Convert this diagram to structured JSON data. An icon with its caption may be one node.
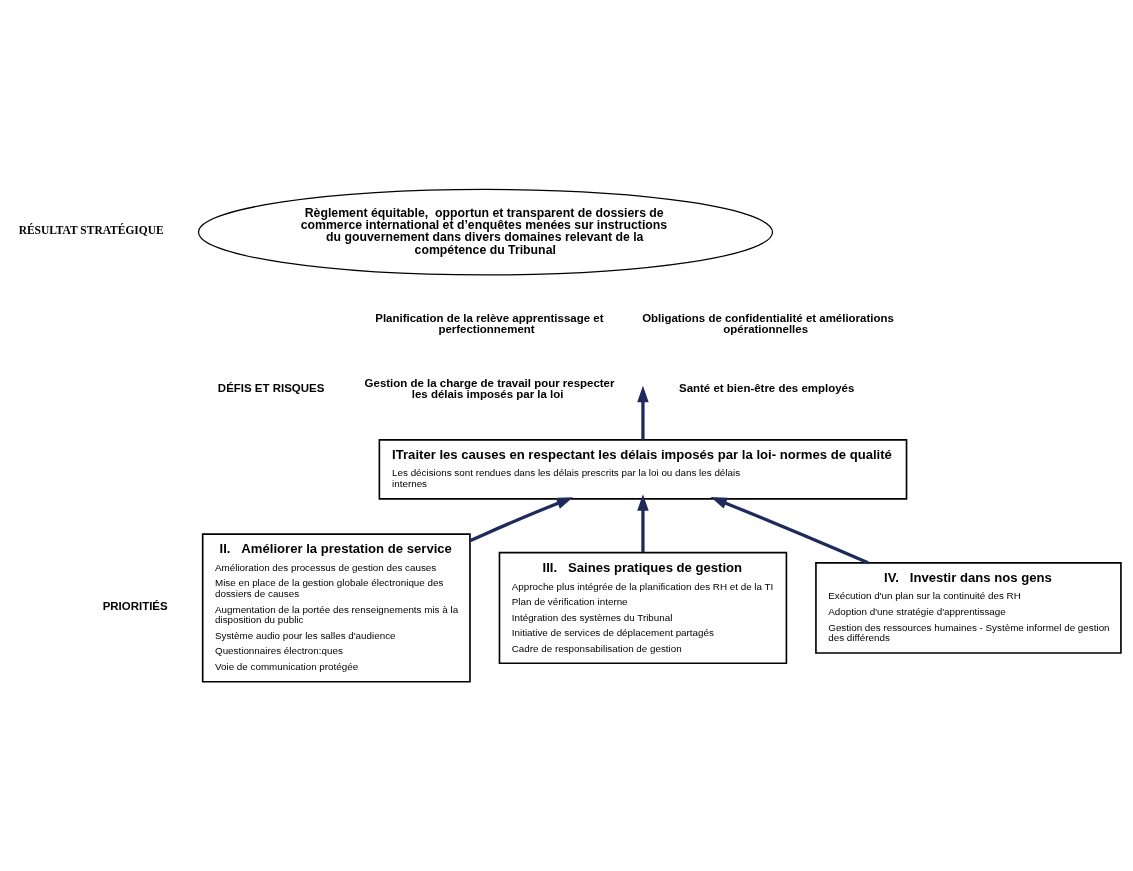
{
  "diagram": {
    "nodes": [
      {
        "text": [
          "Règlement équitable,  opportun et transparent de dossiers de commerce international et d’enquêtes menées sur instructions du gouvernement dans divers domaines relevant de la compétence du Tribunal"
        ],
        "beside": [
          "RÉSULTAT STRATÉGIQUE"
        ]
      },
      {
        "text": [
          "ITraiter les causes en respectant les délais imposés par la loi- normes de qualité",
          "Les décisions sont rendues dans les délais prescrits par la loi ou dans les délais internes"
        ]
      },
      {
        "text": [
          "II.   Améliorer la prestation de service",
          "Amélioration des processus de gestion des causes",
          "Mise en place de la gestion globale électronique des dossiers de causes",
          "Augmentation de la portée des renseignements mis à la disposition du public",
          "Système audio pour les salles d'audience",
          "Questionnaires électron:ques",
          "Voie de communication protégée"
        ]
      },
      {
        "text": [
          "III.   Saines pratiques de gestion",
          "Approche plus intégrée de la planification des RH et de la TI",
          "Plan de vérification interne",
          "Intégration des systèmes du Tribunal",
          "Initiative de services de déplacement partagés",
          "Cadre de responsabilisation de gestion"
        ]
      },
      {
        "text": [
          "IV.   Investir dans nos gens",
          "Exécution d'un plan sur la continuité des RH",
          "Adoption d'une stratégie d'apprentissage",
          "Gestion des ressources humaines - Système informel de gestion des différends"
        ]
      }
    ],
    "edges": [
      {
        "from": 1,
        "to": null,
        "arrow": "to"
      },
      {
        "from": 2,
        "to": 1,
        "arrow": "to"
      },
      {
        "from": 3,
        "to": 1,
        "arrow": "to"
      },
      {
        "from": 4,
        "to": 1,
        "arrow": "to"
      }
    ],
    "labels": [
      "DÉFIS ET RISQUES",
      "Gestion de la charge de travail pour respecter les délais imposés par la loi",
      "Santé et bien-être des employés",
      "Planification de la relève apprentissage et perfectionnement",
      "Obligations de confidentialité et améliorations opérationnelles",
      "PRIORITIÉS"
    ]
  }
}
